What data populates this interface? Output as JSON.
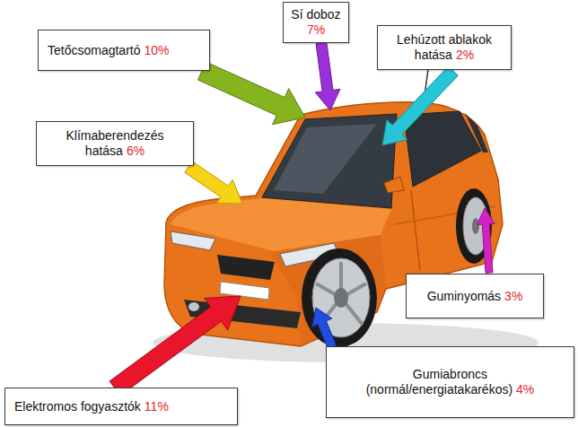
{
  "diagram": {
    "nodes": [
      {
        "text": [
          "Tetőcsomagtartó",
          "10%"
        ]
      },
      {
        "text": [
          "Sí doboz",
          "7%"
        ]
      },
      {
        "text": [
          "Lehúzott ablakok hatása",
          "2%"
        ]
      },
      {
        "text": [
          "Klímaberendezés hatása",
          "6%"
        ]
      },
      {
        "text": [
          "Guminyomás",
          "3%"
        ]
      },
      {
        "text": [
          "Gumiabroncs (normál/energiatakarékos)",
          "4%"
        ]
      },
      {
        "text": [
          "Elektromos fogyasztók",
          "11%"
        ]
      }
    ]
  }
}
